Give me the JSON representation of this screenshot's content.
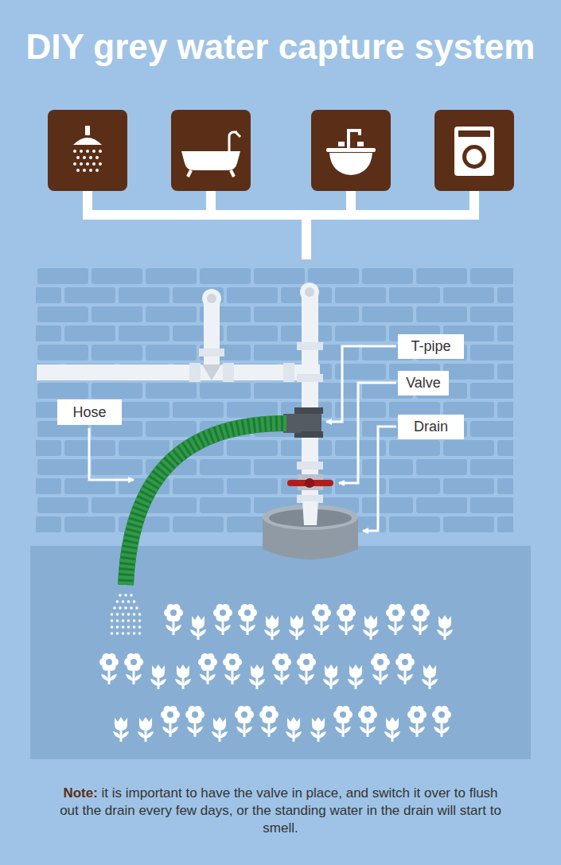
{
  "diagram": {
    "title": "DIY grey water capture system",
    "nodes": [
      {
        "text": [
          "T-pipe"
        ]
      },
      {
        "text": [
          "Valve"
        ]
      },
      {
        "text": [
          "Hose"
        ]
      },
      {
        "text": [
          "Drain"
        ]
      }
    ],
    "labels": [
      "Note:",
      "it is important to have the valve in place, and switch it over to flush out the drain every few days, or the standing water in the drain will start to smell."
    ]
  }
}
